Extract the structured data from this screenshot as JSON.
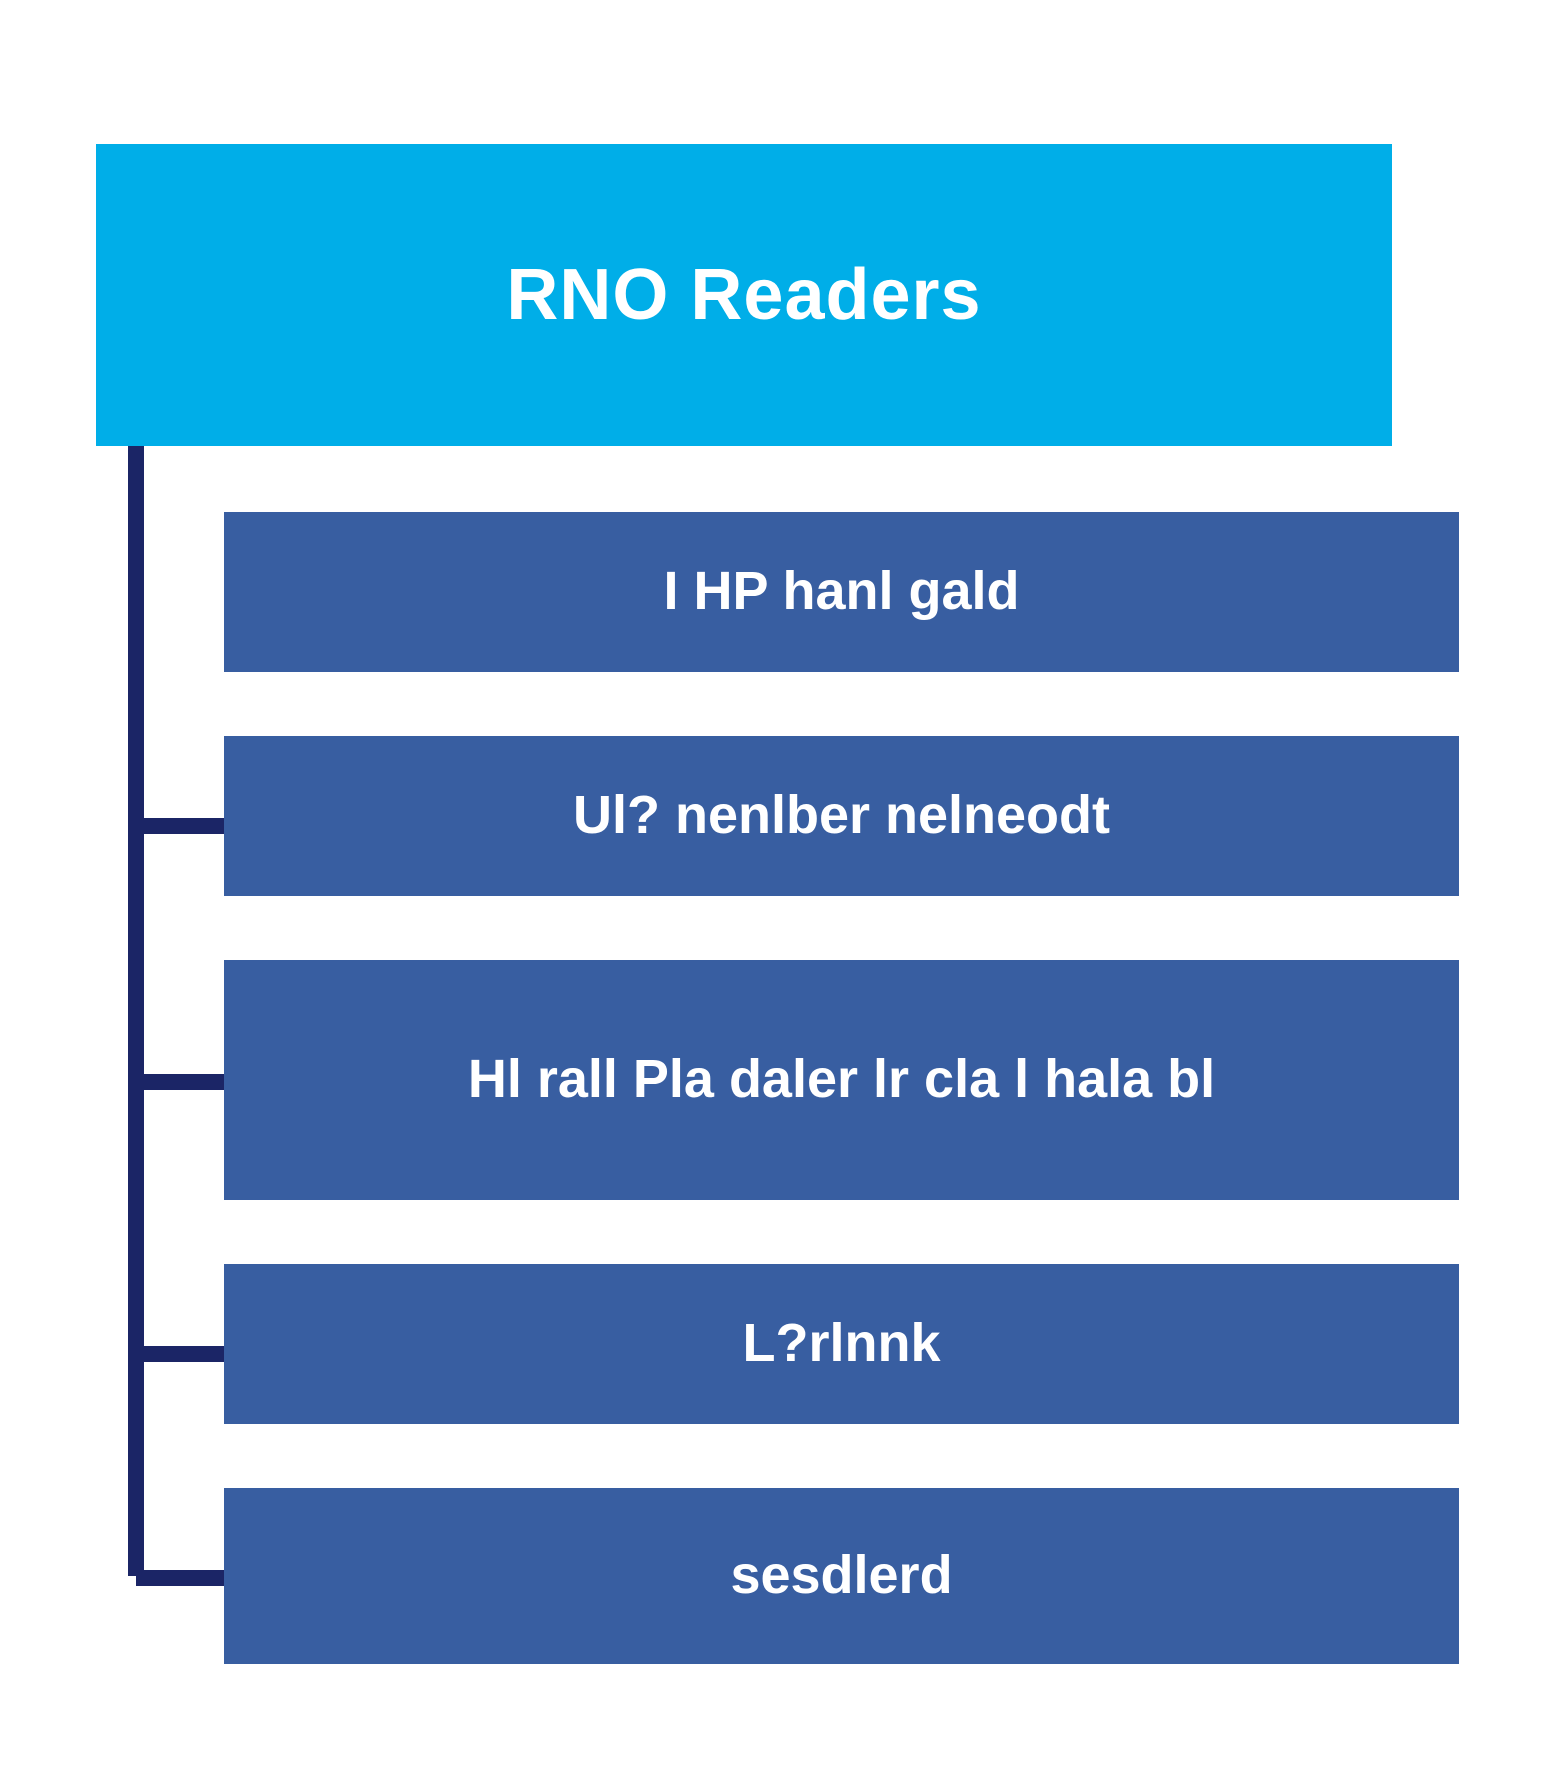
{
  "colors": {
    "header_fill": "#00aee8",
    "item_fill": "#385ea1",
    "connector": "#1b2566",
    "text": "#ffffff",
    "background": "#ffffff"
  },
  "header": {
    "label": "RNO Readers"
  },
  "items": [
    {
      "label": "I HP hanl gald"
    },
    {
      "label": "Ul? nenlber nelneodt"
    },
    {
      "label": "Hl rall Pla daler lr cla l hala bl"
    },
    {
      "label": "L?rlnnk"
    },
    {
      "label": "sesdlerd"
    }
  ]
}
